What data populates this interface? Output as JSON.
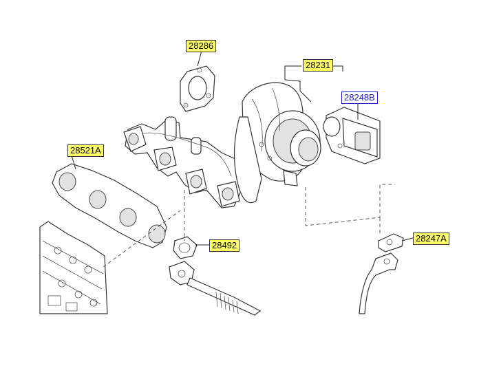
{
  "labels": {
    "gasket_top": "28286",
    "turbo_assembly": "28231",
    "actuator": "28248B",
    "manifold_gasket": "28521A",
    "pipe_gasket": "28247A",
    "oil_gasket": "28492"
  },
  "colors": {
    "label_highlight": "#ffff66",
    "label_outline_text": "#1a1acc"
  }
}
